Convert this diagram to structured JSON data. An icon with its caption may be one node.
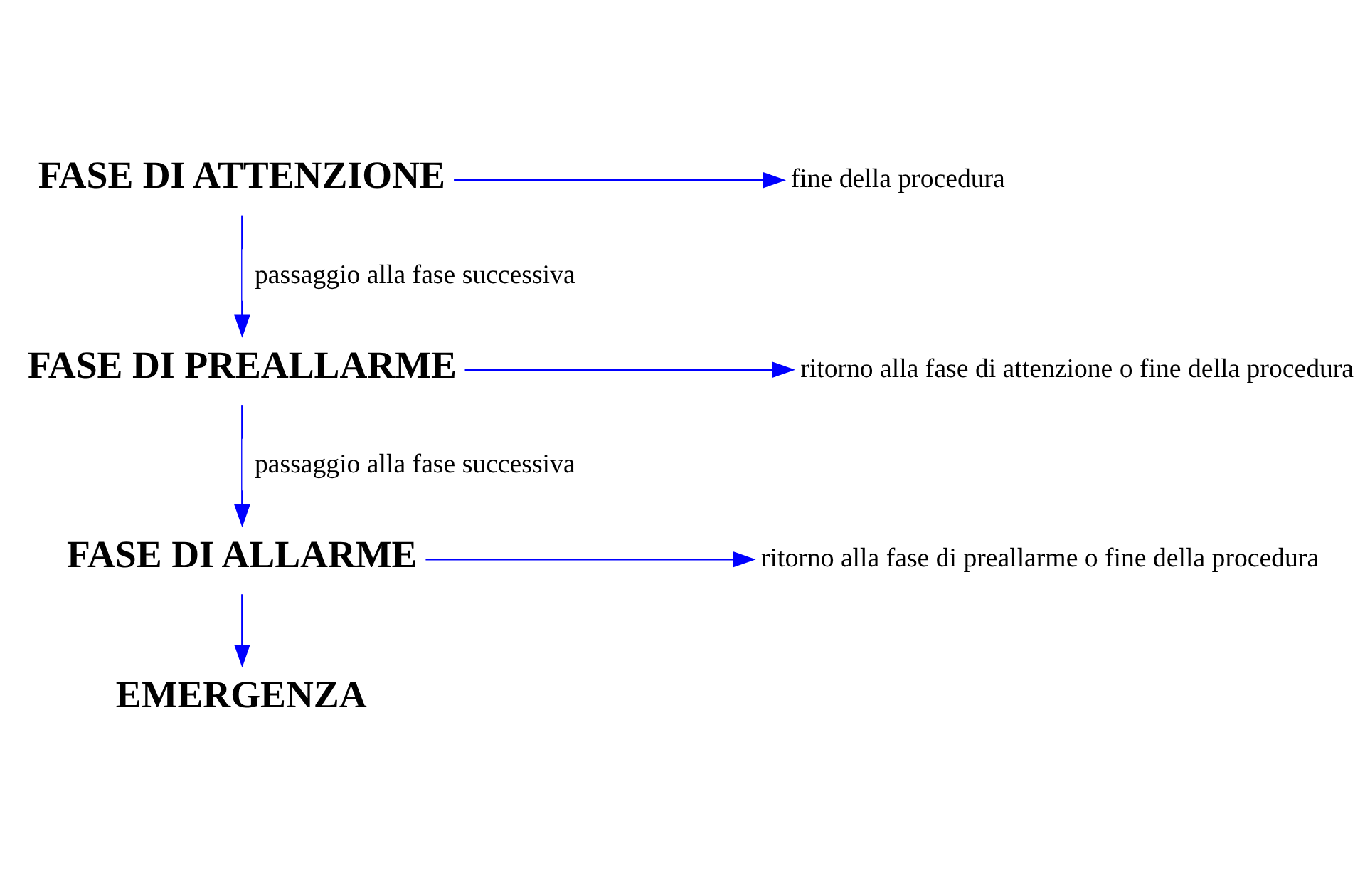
{
  "diagram": {
    "nodes": [
      {
        "text": [
          "FASE DI ATTENZIONE"
        ]
      },
      {
        "text": [
          "fine della procedura"
        ]
      },
      {
        "text": [
          "FASE DI PREALLARME"
        ]
      },
      {
        "text": [
          "ritorno alla fase di attenzione o fine della procedura"
        ]
      },
      {
        "text": [
          "FASE DI ALLARME"
        ]
      },
      {
        "text": [
          "ritorno alla fase di preallarme o fine della procedura"
        ]
      },
      {
        "text": [
          "EMERGENZA"
        ]
      }
    ],
    "edges": [
      {
        "from": 0,
        "to": 2,
        "arrow": "to",
        "label": "passaggio alla fase successiva",
        "color": "#0000ff"
      },
      {
        "from": 0,
        "to": 1,
        "arrow": "to",
        "color": "#0000ff"
      },
      {
        "from": 2,
        "to": 4,
        "arrow": "to",
        "label": "passaggio alla fase successiva",
        "color": "#0000ff"
      },
      {
        "from": 2,
        "to": 3,
        "arrow": "to",
        "color": "#0000ff"
      },
      {
        "from": 4,
        "to": 6,
        "arrow": "to",
        "color": "#0000ff"
      },
      {
        "from": 4,
        "to": 5,
        "arrow": "to",
        "color": "#0000ff"
      }
    ]
  }
}
